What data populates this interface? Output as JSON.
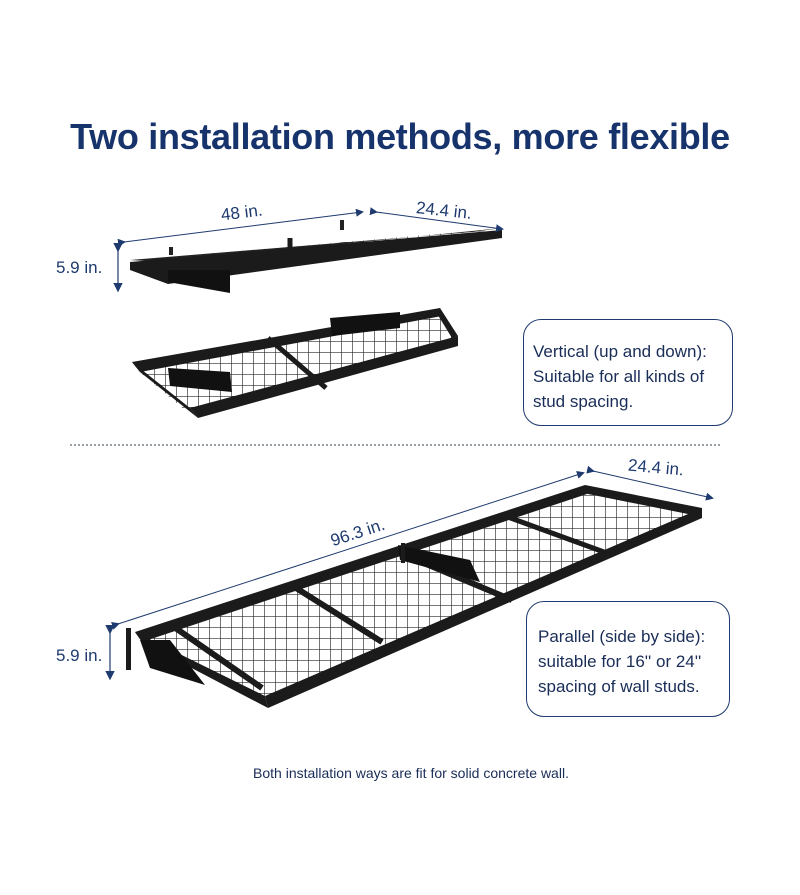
{
  "title": "Two installation methods, more flexible",
  "vertical_section": {
    "dimensions": {
      "length": "48 in.",
      "depth": "24.4 in.",
      "height": "5.9 in."
    },
    "callout": {
      "lines": [
        "Vertical (up and down):",
        "Suitable for all kinds of",
        "stud spacing."
      ]
    }
  },
  "parallel_section": {
    "dimensions": {
      "length": "96.3 in.",
      "depth": "24.4 in.",
      "height": "5.9 in."
    },
    "callout": {
      "lines": [
        "Parallel (side by side):",
        "suitable for 16'' or 24''",
        "spacing of wall studs."
      ]
    }
  },
  "footnote": "Both installation ways are fit for solid concrete wall.",
  "colors": {
    "title": "#16336b",
    "dimension_text": "#1e3a6e",
    "callout_border": "#1e3a6e",
    "shelf": "#1b1b1b"
  }
}
